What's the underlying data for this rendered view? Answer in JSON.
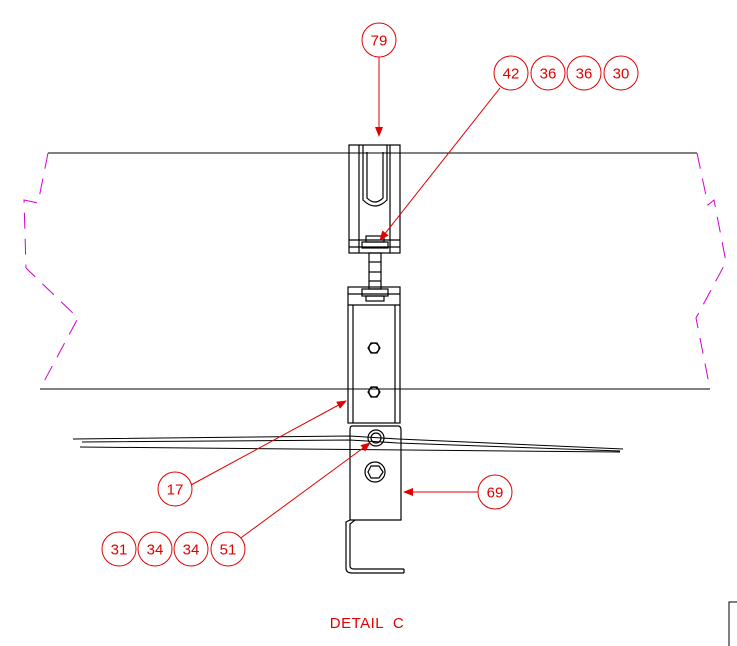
{
  "colors": {
    "annotation": "#e00000",
    "break_line": "#d000d0",
    "outline": "#000000"
  },
  "balloons": {
    "top": "79",
    "upper_right": [
      "42",
      "36",
      "36",
      "30"
    ],
    "left_middle": "17",
    "right_middle": "69",
    "lower_left": [
      "31",
      "34",
      "34",
      "51"
    ]
  },
  "caption": "DETAIL  C"
}
